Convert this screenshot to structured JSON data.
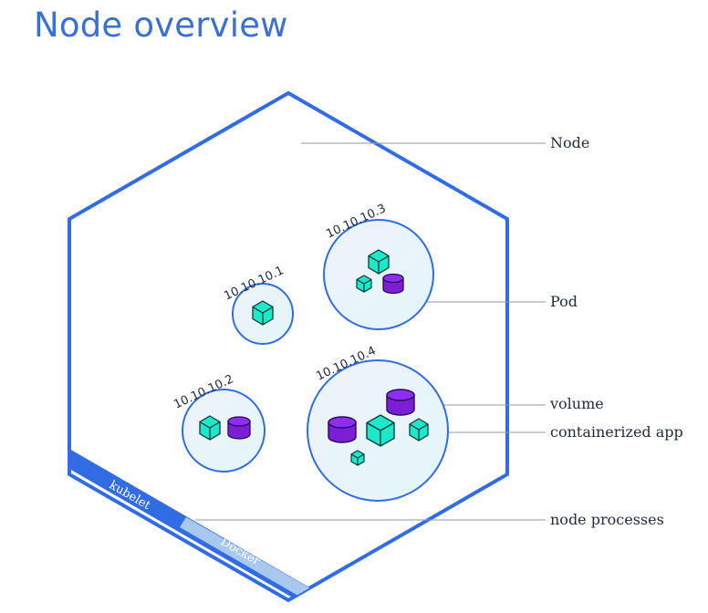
{
  "title": "Node overview",
  "colors": {
    "title": "#3a6fd8",
    "hexagon_stroke": "#326ce5",
    "pod_stroke": "#326ce5",
    "pod_fill": "#eef4fb",
    "container": "#1de9c9",
    "volume": "#7b1fd6",
    "kubelet_band": "#326ce5",
    "docker_band": "#9fc3ee",
    "leader_line": "#8f99a6"
  },
  "pods": [
    {
      "ip": "10.10.10.1"
    },
    {
      "ip": "10.10.10.2"
    },
    {
      "ip": "10.10.10.3"
    },
    {
      "ip": "10.10.10.4"
    }
  ],
  "node_processes": {
    "kubelet": "kubelet",
    "docker": "Docker"
  },
  "callouts": {
    "node": "Node",
    "pod": "Pod",
    "volume": "volume",
    "containerized_app": "containerized app",
    "node_processes": "node processes"
  },
  "icons": {
    "container": "cube-icon",
    "volume": "cylinder-icon"
  }
}
